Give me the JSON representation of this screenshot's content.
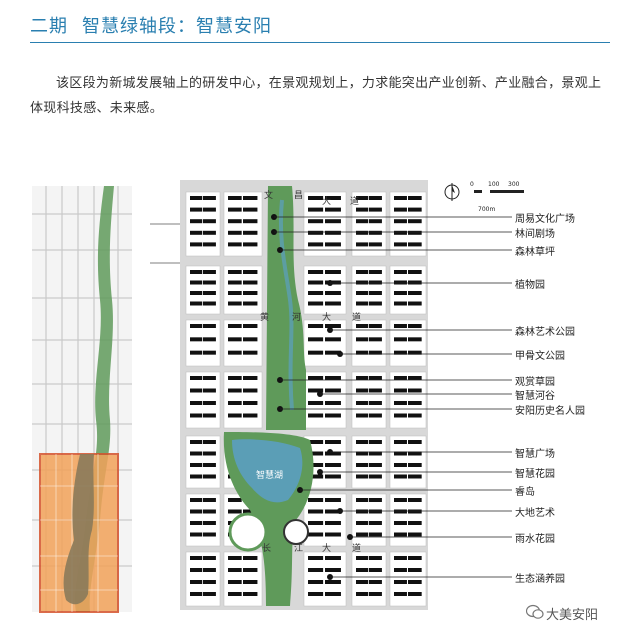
{
  "header": {
    "phase": "二期",
    "title": "智慧绿轴段：智慧安阳"
  },
  "description": "该区段为新城发展轴上的研发中心，在景观规划上，力求能突出产业创新、产业融合，景观上体现科技感、未来感。",
  "map": {
    "street_labels": [
      "文",
      "昌",
      "大",
      "道",
      "黄",
      "河",
      "大",
      "道",
      "长",
      "江",
      "大",
      "道"
    ],
    "park_label": "智慧湖",
    "scale_ticks": [
      "0",
      "100",
      "300",
      "700m"
    ],
    "colors": {
      "park_green": "#5f9a5a",
      "water_blue": "#5b9fc0",
      "highlight_orange": "#f2a25a",
      "highlight_border": "#d5532c",
      "road_gray": "#c9c9c9"
    }
  },
  "callouts": [
    "周易文化广场",
    "林间剧场",
    "森林草坪",
    "植物园",
    "森林艺术公园",
    "甲骨文公园",
    "观赏草园",
    "智慧河谷",
    "安阳历史名人园",
    "智慧广场",
    "智慧花园",
    "睿岛",
    "大地艺术",
    "雨水花园",
    "生态涵养园"
  ],
  "watermark": "大美安阳"
}
